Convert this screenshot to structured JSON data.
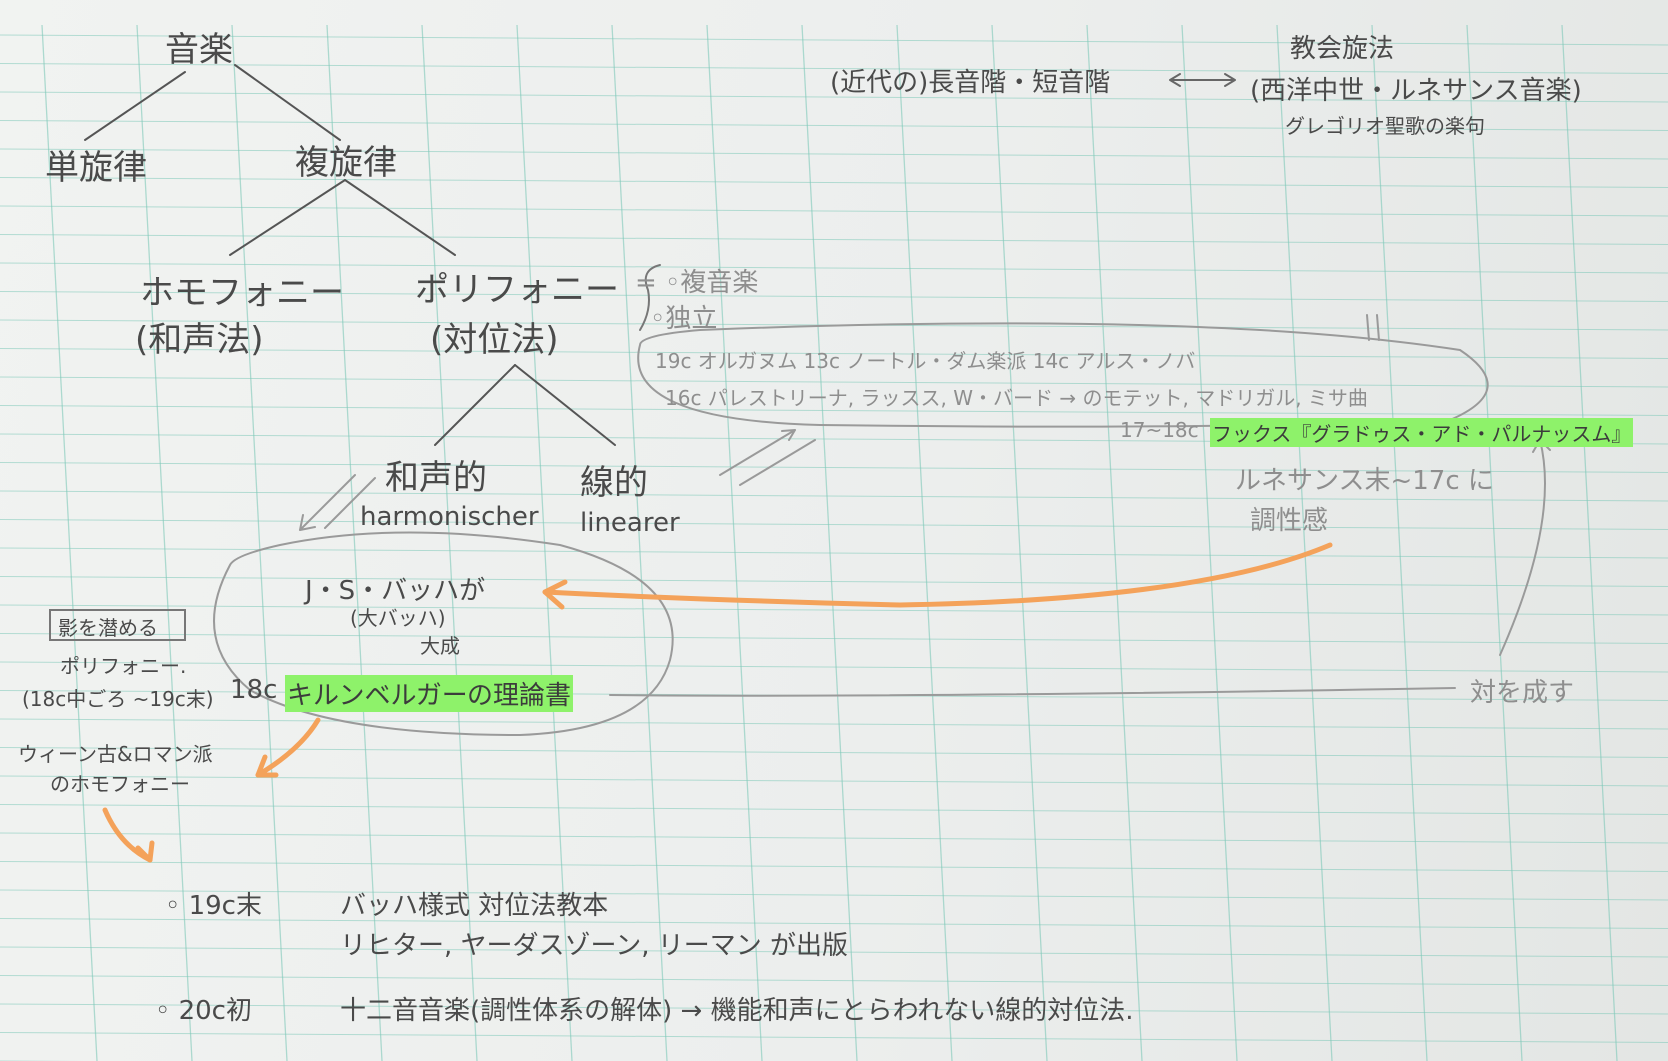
{
  "texts": {
    "ongaku": "音楽",
    "tansenritsu": "単旋律",
    "fukusenritsu": "複旋律",
    "homophony": "ホモフォニー",
    "waseihou": "(和声法)",
    "polyphony": "ポリフォニー",
    "taiihou": "(対位法)",
    "poly_note1": "= ◦複音楽",
    "poly_note2": "◦独立",
    "waseiteki": "和声的",
    "harmonischer": "harmonischer",
    "senteki": "線的",
    "linearer": "linearer",
    "modern_scales": "(近代の)長音階・短音階",
    "kyokai_senpo": "教会旋法",
    "western_medieval": "(西洋中世・ルネサンス音楽)",
    "gregorian": "グレゴリオ聖歌の楽句",
    "equals": "||",
    "row_19c": "19c オルガヌム 13c ノートル・ダム楽派 14c アルス・ノバ",
    "row_16c": "16c パレストリーナ, ラッスス, W・バード → のモテット, マドリガル, ミサ曲",
    "row_17_18c": "17~18c",
    "fux": "フックス『グラドゥス・アド・パルナッスム』",
    "renaissance_end": "ルネサンス末~17c に",
    "chouseikan": "調性感",
    "bach": "J・S・バッハが",
    "bach_sub": "(大バッハ)",
    "taisei": "大成",
    "shadow_box": "影を潜める",
    "poly_small": "ポリフォニー.",
    "period": "(18c中ごろ ~19c末)",
    "vienna": "ウィーン古&ロマン派",
    "homophony_small": "のホモフォニー",
    "c18": "18c",
    "kirnberger": "キルンベルガー",
    "riron": "の理論書",
    "tsui": "対を成す",
    "end19": "◦ 19c末",
    "bach_style": "バッハ様式 対位法教本",
    "authors": "リヒター, ヤーダスゾーン, リーマン が出版",
    "early20": "◦ 20c初",
    "twelve": "十二音音楽(調性体系の解体) → 機能和声にとらわれない線的対位法."
  },
  "colors": {
    "paper": "#eef0ee",
    "grid_line": "#7fc9b9",
    "pencil": "#4a4a4a",
    "faint_pencil": "#8e8e8e",
    "highlight_green": "#8ef26a",
    "orange_arrow": "#f4a25a"
  }
}
